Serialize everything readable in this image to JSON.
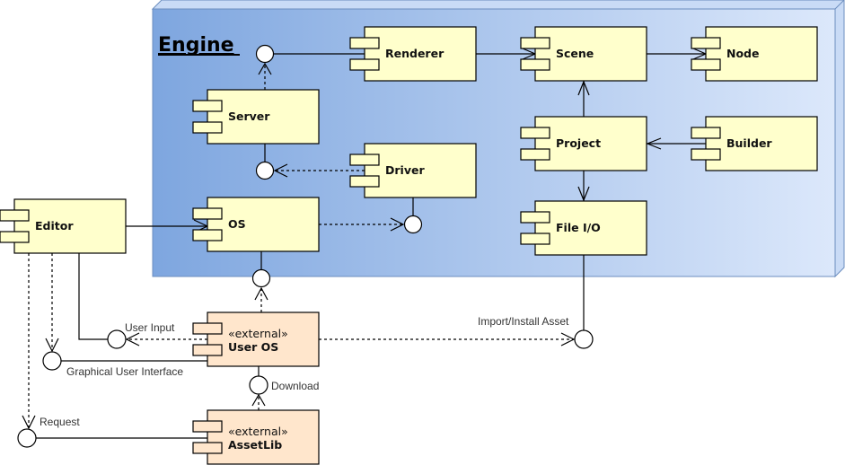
{
  "package": {
    "title": "Engine",
    "colors": {
      "gradient_start": "#7ea6df",
      "gradient_end": "#dce8fb",
      "border": "#6c8ebf"
    }
  },
  "colors": {
    "component_fill": "#ffffcc",
    "external_fill": "#ffe6cc",
    "stroke": "#000000"
  },
  "components": {
    "renderer": {
      "label": "Renderer"
    },
    "scene": {
      "label": "Scene"
    },
    "node": {
      "label": "Node"
    },
    "server": {
      "label": "Server"
    },
    "driver": {
      "label": "Driver"
    },
    "project": {
      "label": "Project"
    },
    "builder": {
      "label": "Builder"
    },
    "os": {
      "label": "OS"
    },
    "file_io": {
      "label": "File I/O"
    },
    "editor": {
      "label": "Editor"
    },
    "user_os": {
      "stereotype": "«external»",
      "label": "User OS"
    },
    "assetlib": {
      "stereotype": "«external»",
      "label": "AssetLib"
    }
  },
  "interfaces": {
    "user_input": "User Input",
    "gui": "Graphical User Interface",
    "import_install": "Import/Install Asset",
    "download": "Download",
    "request": "Request"
  }
}
